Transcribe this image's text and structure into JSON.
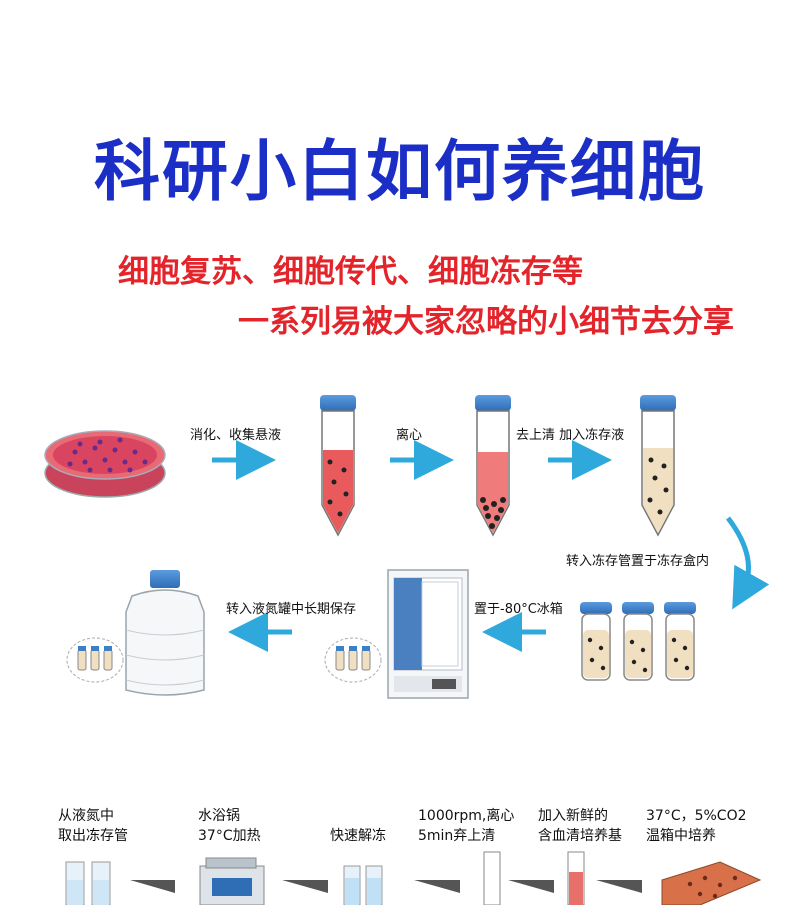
{
  "title": "科研小白如何养细胞",
  "subtitle_line1": "细胞复苏、细胞传代、细胞冻存等",
  "subtitle_line2": "一系列易被大家忽略的小细节去分享",
  "freezing_steps": {
    "digest": "消化、收集悬液",
    "centrifuge": "离心",
    "supernatant": "去上清 加入冻存液",
    "to_box": "转入冻存管置于冻存盒内",
    "freezer": "置于-80°C冰箱",
    "nitrogen": "转入液氮罐中长期保存"
  },
  "thaw_steps": {
    "take_out_1": "从液氮中",
    "take_out_2": "取出冻存管",
    "water_bath_1": "水浴锅",
    "water_bath_2": "37°C加热",
    "quick_thaw": "快速解冻",
    "spin_1": "1000rpm,离心",
    "spin_2": "5min弃上清",
    "add_medium_1": "加入新鲜的",
    "add_medium_2": "含血清培养基",
    "incubate_1": "37°C，5%CO2",
    "incubate_2": "温箱中培养"
  },
  "colors": {
    "title": "#1b2fc6",
    "subtitle": "#e3252b",
    "arrow": "#2fa8dc",
    "cap": "#3b7fc6",
    "red_medium": "#e85a5c",
    "freeze_medium": "#f0dfc0"
  }
}
